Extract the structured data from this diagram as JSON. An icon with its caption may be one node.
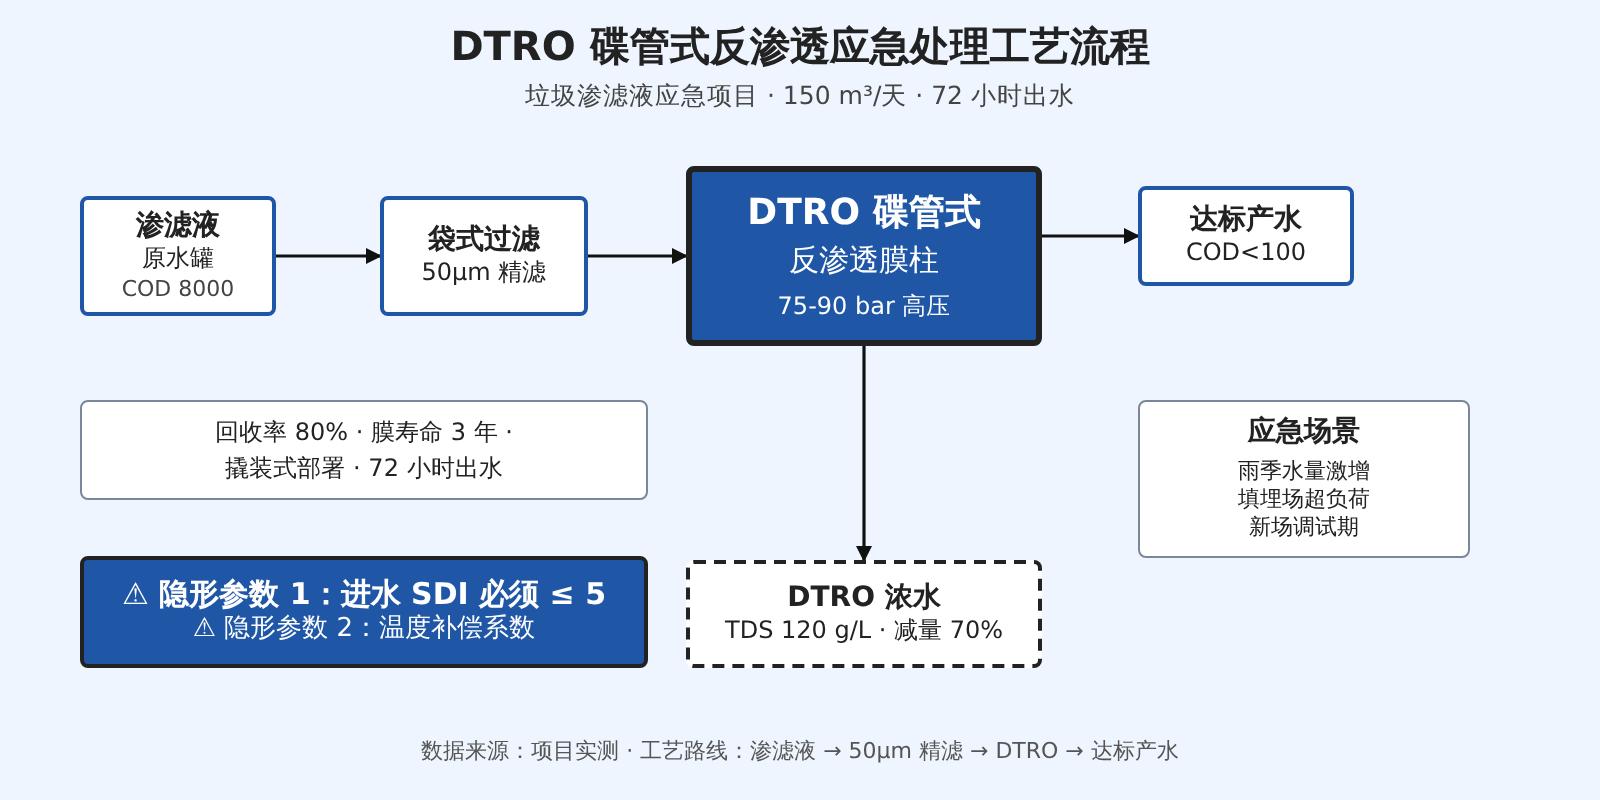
{
  "diagram": {
    "title": "DTRO 碟管式反渗透应急处理工艺流程",
    "caption": "数据来源：项目实测 · 工艺路线：渗滤液 → 50μm 精滤 → DTRO → 达标产水",
    "nodes": [
      {
        "text": [
          "渗滤液",
          "原水罐",
          "COD 8000"
        ]
      },
      {
        "text": [
          "袋式过滤",
          "50μm 精滤"
        ]
      },
      {
        "text": [
          "DTRO 碟管式",
          "反渗透膜柱",
          "75-90 bar 高压"
        ]
      },
      {
        "text": [
          "达标产水",
          "COD<100"
        ]
      },
      {
        "text": [
          "回收率 80% · 膜寿命 3 年 · 撬装式部署 · 72 小时出水"
        ]
      },
      {
        "text": [
          "⚠ 隐形参数 1：进水 SDI 必须 ≤ 5",
          "⚠ 隐形参数 2：温度补偿系数"
        ]
      },
      {
        "text": [
          "DTRO 浓水",
          "TDS 120 g/L · 减量 70%"
        ]
      },
      {
        "text": [
          "应急场景",
          "雨季水量激增",
          "填埋场超负荷",
          "新场调试期"
        ]
      }
    ],
    "edges": [
      {
        "from": 0,
        "to": 1,
        "arrow": "to"
      },
      {
        "from": 1,
        "to": 2,
        "arrow": "to"
      },
      {
        "from": 2,
        "to": 3,
        "arrow": "to"
      },
      {
        "from": 2,
        "to": 6,
        "arrow": "to"
      }
    ],
    "labels": [
      "垃圾渗滤液应急项目 · 150 m³/天 · 72 小时出水"
    ]
  }
}
